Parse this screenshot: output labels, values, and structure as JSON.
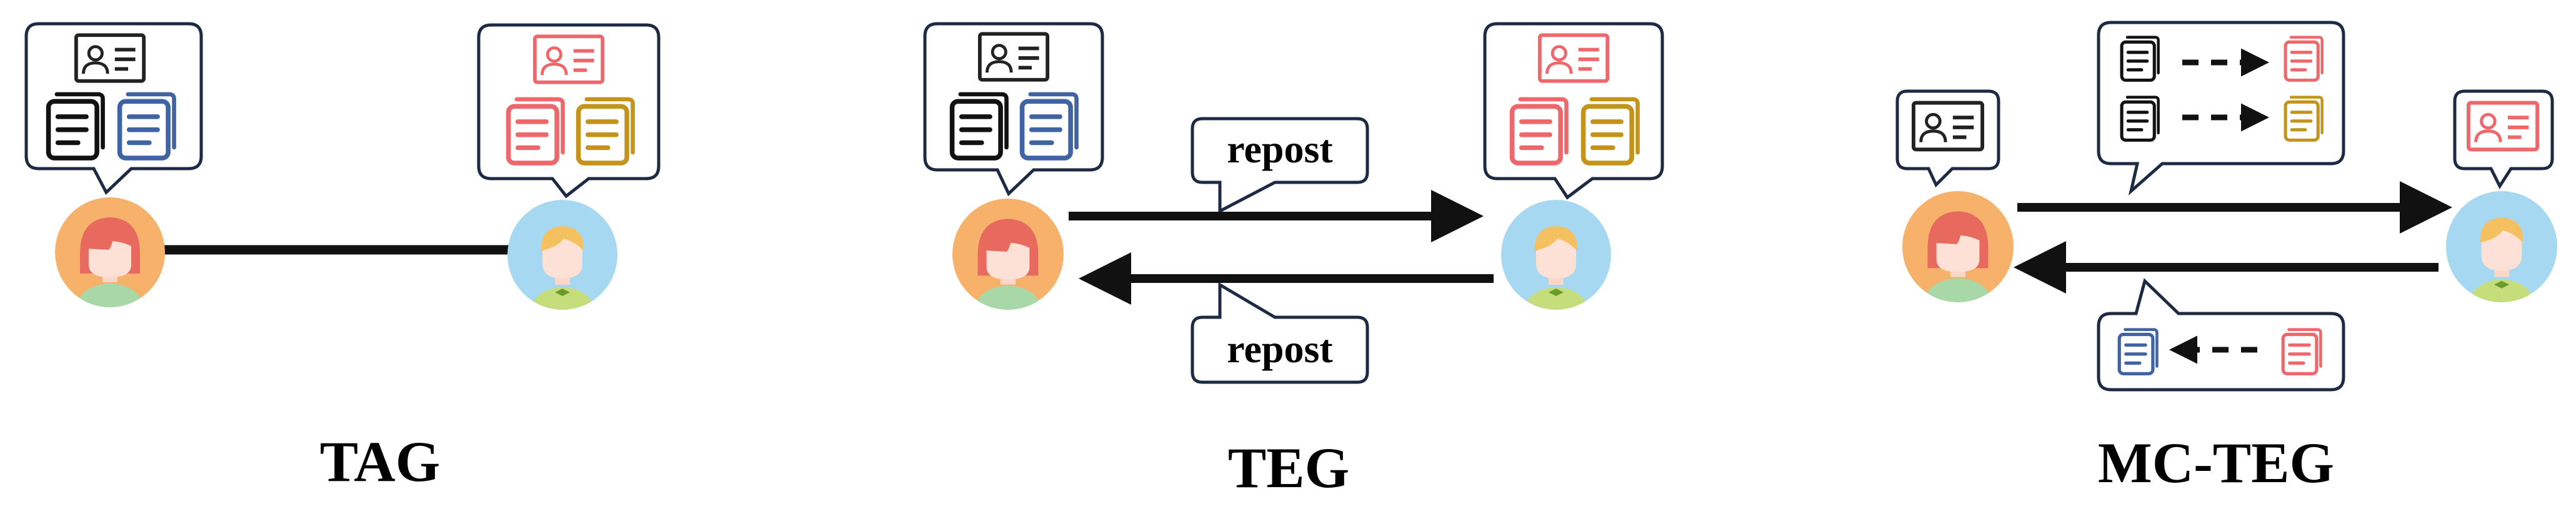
{
  "colors": {
    "black": "#111111",
    "blue": "#3f63a3",
    "red": "#f0676b",
    "gold": "#c4941a",
    "bubble_stroke": "#1c2a44",
    "avatar_female_bg": "#f6b26b",
    "avatar_male_bg": "#a7d8f2"
  },
  "panels": {
    "tag": {
      "title": "TAG",
      "edge": "undirected",
      "left_user_icons": [
        "id-card-icon",
        "black-document-icon",
        "blue-document-icon"
      ],
      "right_user_icons": [
        "red-id-card-icon",
        "red-document-icon",
        "gold-document-icon"
      ]
    },
    "teg": {
      "title": "TEG",
      "edge_top_label": "repost",
      "edge_bottom_label": "repost",
      "left_user_icons": [
        "id-card-icon",
        "black-document-icon",
        "blue-document-icon"
      ],
      "right_user_icons": [
        "red-id-card-icon",
        "red-document-icon",
        "gold-document-icon"
      ]
    },
    "mcteg": {
      "title": "MC-TEG",
      "forward_mapping": [
        {
          "from": "black-document-icon",
          "to": "red-document-icon"
        },
        {
          "from": "black-document-icon",
          "to": "gold-document-icon"
        }
      ],
      "backward_mapping": [
        {
          "from": "red-document-icon",
          "to": "blue-document-icon"
        }
      ],
      "left_user_icons": [
        "id-card-icon"
      ],
      "right_user_icons": [
        "red-id-card-icon"
      ]
    }
  }
}
